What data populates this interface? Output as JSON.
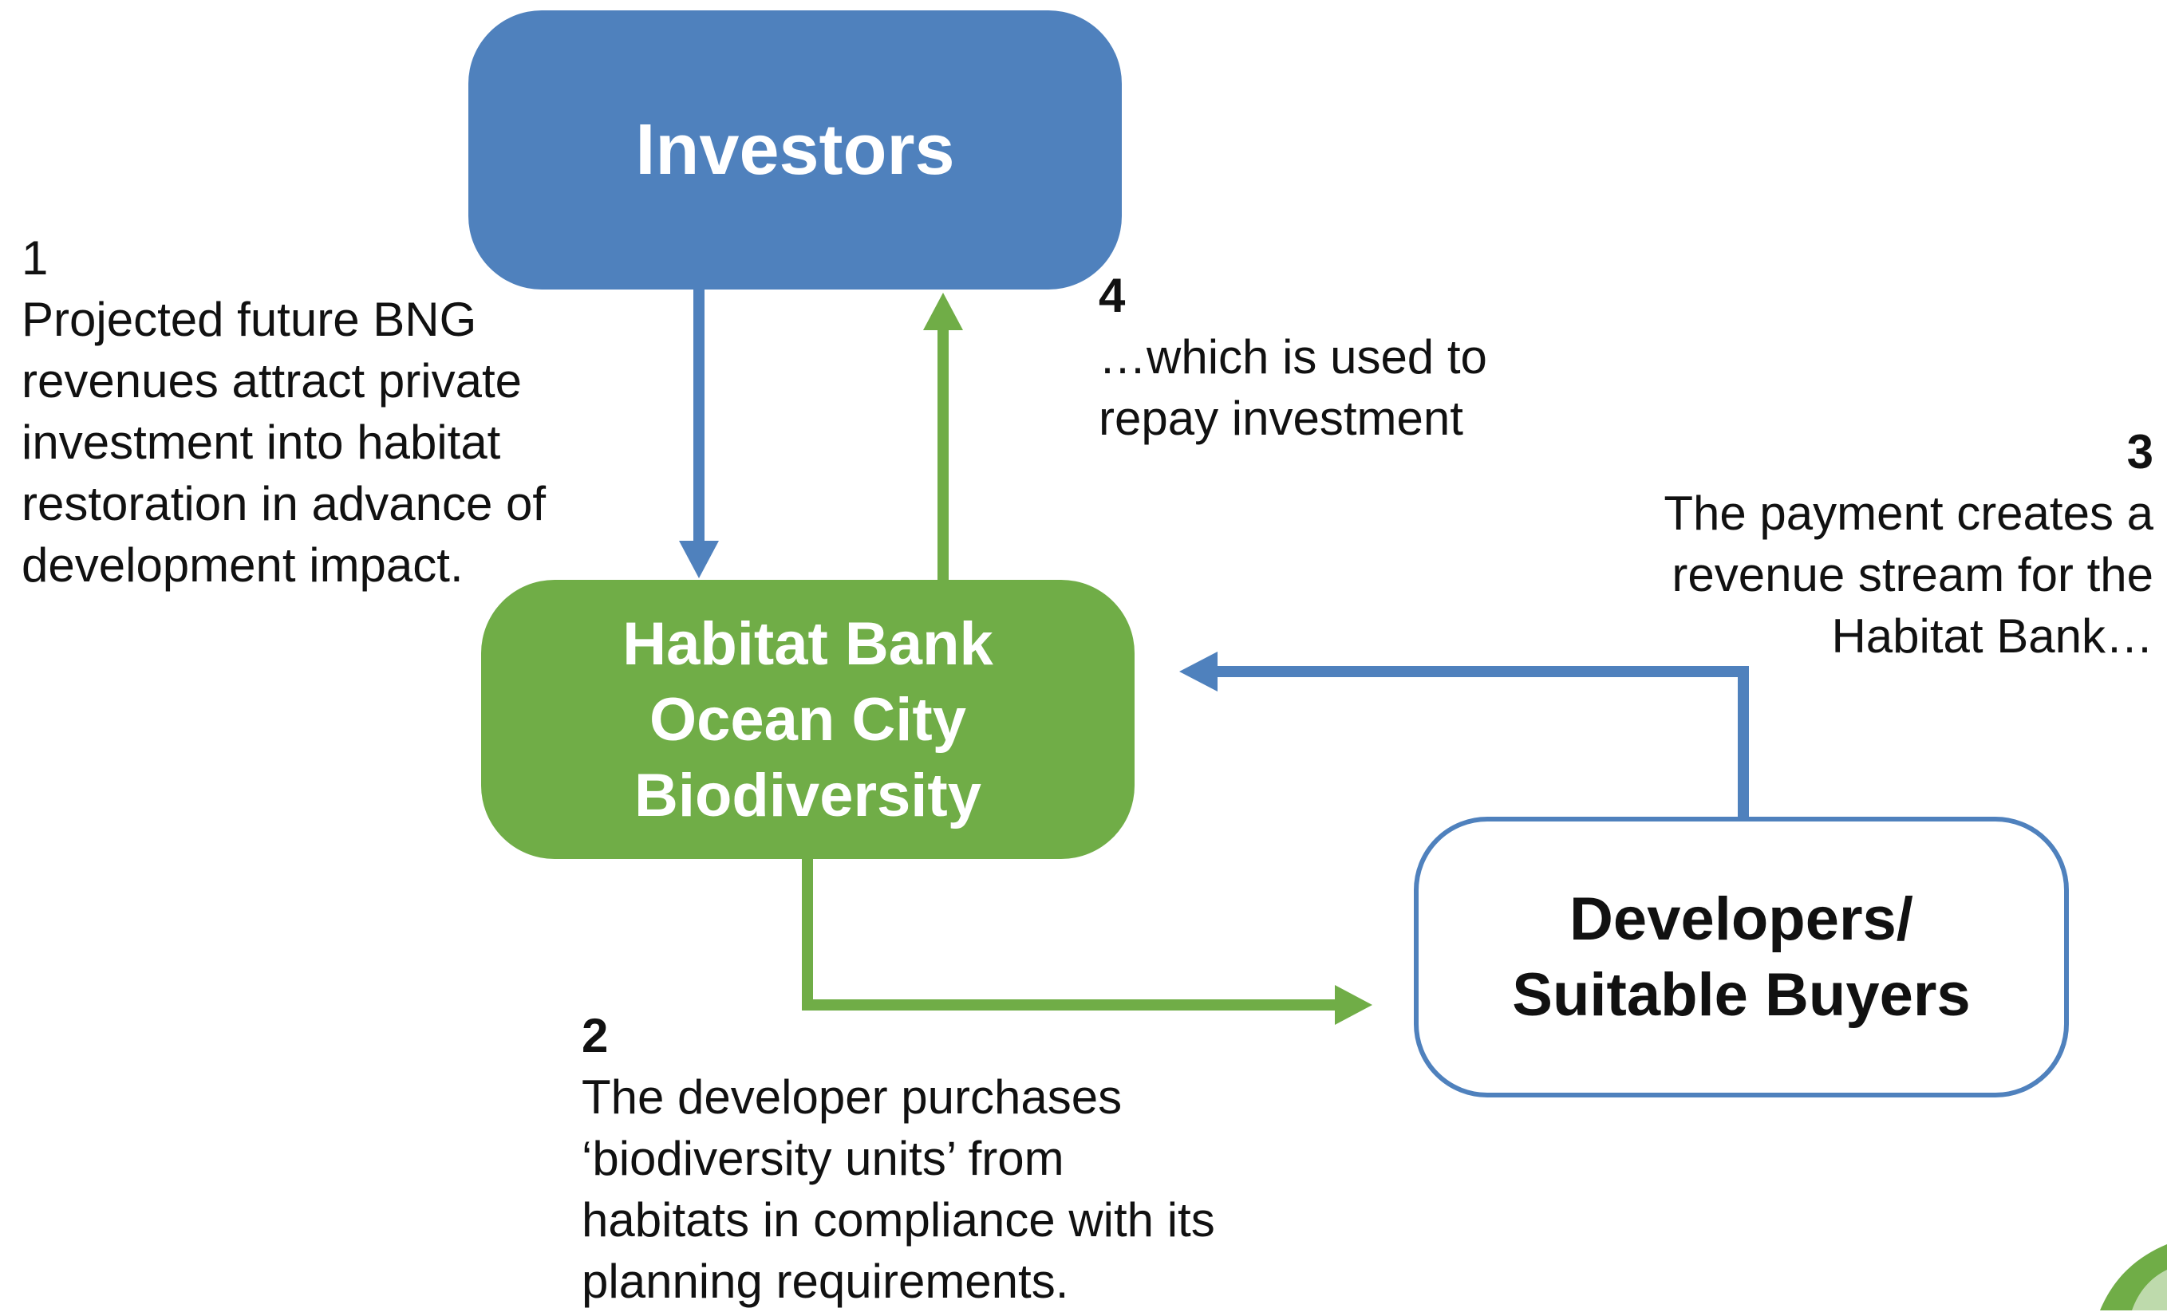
{
  "nodes": {
    "investors": "Investors",
    "habitat_bank": [
      "Habitat Bank",
      "Ocean City",
      "Biodiversity"
    ],
    "developers": [
      "Developers/",
      "Suitable Buyers"
    ]
  },
  "annotations": {
    "step1": {
      "number": "1",
      "text": "Projected future BNG revenues attract private investment into habitat restoration in advance of development impact."
    },
    "step2": {
      "number": "2",
      "text": "The developer purchases ‘biodiversity units’ from habitats in compliance with its planning requirements."
    },
    "step3": {
      "number": "3",
      "text": "The payment creates a revenue stream for the Habitat Bank…"
    },
    "step4": {
      "number": "4",
      "text": "…which is used to repay investment"
    }
  },
  "colors": {
    "investors_blue": "#4f81bd",
    "habitat_green": "#70ad47",
    "text": "#111111"
  }
}
